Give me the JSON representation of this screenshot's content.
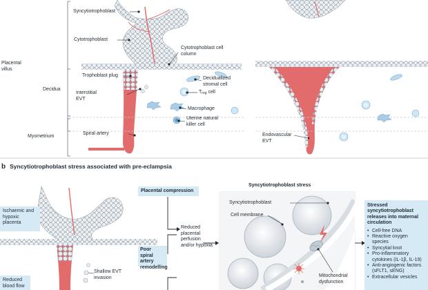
{
  "panel_a": {
    "labels": {
      "syncytiotrophoblast": "Syncytiotrophoblast",
      "cytotrophoblast": "Cytotrophoblast",
      "cytotrophoblast_column": "Cytotrophoblast cell column",
      "placental_villus": "Placental villus",
      "trophoblast_plug": "Trophoblast plug",
      "decidua": "Decidua",
      "interstitial_evt": "Interstitial EVT",
      "decidualized_stromal": "Decidualized stromal cell",
      "treg_main": "T",
      "treg_sub": "reg",
      "treg_suffix": " cell",
      "macrophage": "Macrophage",
      "uterine_nk": "Uterine natural killer cell",
      "myometrium": "Myometrium",
      "spiral_artery": "Spiral artery",
      "endovascular_evt": "Endovascular EVT"
    }
  },
  "panel_b": {
    "letter": "b",
    "title": "Syncytiotrophoblast stress associated with pre-eclampsia",
    "ischaemic": "Ischaemic and hypoxic placenta",
    "reduced_blood": "Reduced blood flow",
    "shallow_evt": "Shallow EVT invasion",
    "placental_compression": "Placental compression",
    "poor_remodelling": "Poor spiral artery remodelling",
    "reduced_perfusion": "Reduced placental perfusion and/or hypoxia",
    "stress_title": "Syncytiotrophoblast stress",
    "syncytiotrophoblast": "Syncytiotrophoblast",
    "cell_membrane": "Cell membrane",
    "mito_dysfunction": "Mitochondrial dysfunction",
    "stressed_heading": "Stressed syncytiotrophoblast releases into maternal circulation",
    "releases": [
      "Cell-free DNA",
      "Reactive oxygen species",
      "Syncytial knot",
      "Pro-inflammatory cytokines (IL-1β, IL-19)",
      "Anti-angiogenic factors (sFLT1, sENG)",
      "Extracellular vesicles"
    ]
  },
  "colors": {
    "artery": "#e26b6b",
    "artery_light": "#f7d9d6",
    "cell_fill": "#e9edf1",
    "cell_stroke": "#9aa7b2",
    "box_blue": "#d6eaf6",
    "text": "#1f2a33"
  }
}
